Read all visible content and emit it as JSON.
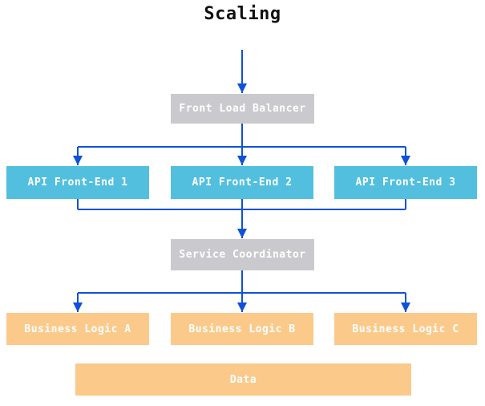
{
  "diagram": {
    "title": "Scaling",
    "nodes": [
      {
        "id": "front-load-balancer",
        "label": "Front Load Balancer",
        "type": "gray"
      },
      {
        "id": "api-front-end-1",
        "label": "API Front-End 1",
        "type": "cyan"
      },
      {
        "id": "api-front-end-2",
        "label": "API Front-End 2",
        "type": "cyan"
      },
      {
        "id": "api-front-end-3",
        "label": "API Front-End 3",
        "type": "cyan"
      },
      {
        "id": "service-coordinator",
        "label": "Service Coordinator",
        "type": "gray"
      },
      {
        "id": "business-logic-a",
        "label": "Business Logic A",
        "type": "orange"
      },
      {
        "id": "business-logic-b",
        "label": "Business Logic B",
        "type": "orange"
      },
      {
        "id": "business-logic-c",
        "label": "Business Logic C",
        "type": "orange"
      },
      {
        "id": "data",
        "label": "Data",
        "type": "orange"
      }
    ],
    "edges": [
      {
        "from": "title",
        "to": "front-load-balancer"
      },
      {
        "from": "front-load-balancer",
        "to": "api-front-end-1"
      },
      {
        "from": "front-load-balancer",
        "to": "api-front-end-2"
      },
      {
        "from": "front-load-balancer",
        "to": "api-front-end-3"
      },
      {
        "from": "api-front-end-1",
        "to": "service-coordinator"
      },
      {
        "from": "api-front-end-2",
        "to": "service-coordinator"
      },
      {
        "from": "api-front-end-3",
        "to": "service-coordinator"
      },
      {
        "from": "service-coordinator",
        "to": "business-logic-a"
      },
      {
        "from": "service-coordinator",
        "to": "business-logic-b"
      },
      {
        "from": "service-coordinator",
        "to": "business-logic-c"
      }
    ]
  },
  "colors": {
    "arrow": "#0f52d9",
    "gray_node": "#cac9cd",
    "cyan_node": "#52bfde",
    "orange_node": "#fbca8b",
    "node_text": "#ffffff",
    "title_text": "#111111"
  }
}
